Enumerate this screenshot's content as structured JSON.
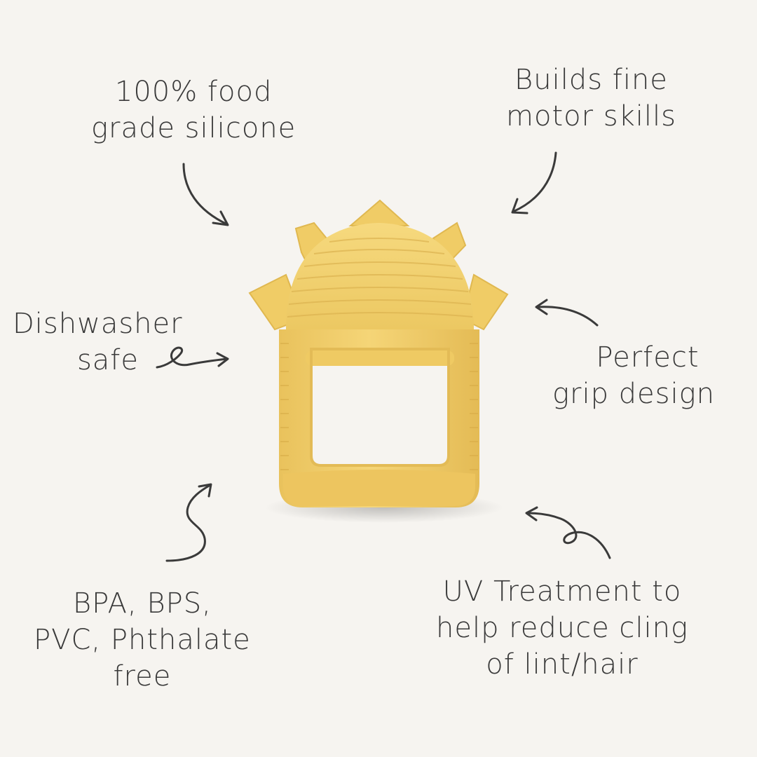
{
  "callouts": {
    "silicone": {
      "lines": [
        "100% food",
        "grade silicone"
      ]
    },
    "motor": {
      "lines": [
        "Builds fine",
        "motor skills"
      ]
    },
    "dishwasher": {
      "lines": [
        "Dishwasher",
        "safe"
      ]
    },
    "grip": {
      "lines": [
        "Perfect",
        "grip design"
      ]
    },
    "bpa": {
      "lines": [
        "BPA, BPS,",
        "PVC, Phthalate",
        "free"
      ]
    },
    "uv": {
      "lines": [
        "UV Treatment to",
        "help reduce cling",
        "of lint/hair"
      ]
    }
  },
  "colors": {
    "background": "#f6f4f0",
    "text": "#3a3a3a",
    "product": "#f2cf6a"
  },
  "product": {
    "name_icon": "sun-teether-icon"
  }
}
